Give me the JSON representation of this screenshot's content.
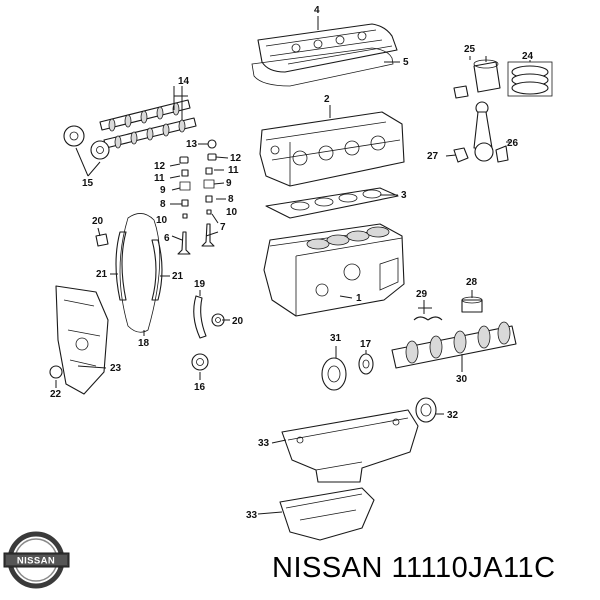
{
  "brand": {
    "logo_text": "NISSAN",
    "caption": "NISSAN 11110JA11C"
  },
  "callouts": {
    "c1": "1",
    "c2": "2",
    "c3": "3",
    "c4": "4",
    "c5": "5",
    "c6": "6",
    "c7": "7",
    "c8a": "8",
    "c8b": "8",
    "c9a": "9",
    "c9b": "9",
    "c10a": "10",
    "c10b": "10",
    "c11a": "11",
    "c11b": "11",
    "c12a": "12",
    "c12b": "12",
    "c13": "13",
    "c14": "14",
    "c15": "15",
    "c16": "16",
    "c17": "17",
    "c18": "18",
    "c19": "19",
    "c20a": "20",
    "c20b": "20",
    "c21a": "21",
    "c21b": "21",
    "c22": "22",
    "c23": "23",
    "c24": "24",
    "c25": "25",
    "c26": "26",
    "c27": "27",
    "c28": "28",
    "c29": "29",
    "c30": "30",
    "c31": "31",
    "c32": "32",
    "c33a": "33",
    "c33b": "33"
  },
  "colors": {
    "line": "#1a1a1a",
    "background": "#ffffff",
    "logo_ring": "#3a3a3a"
  }
}
